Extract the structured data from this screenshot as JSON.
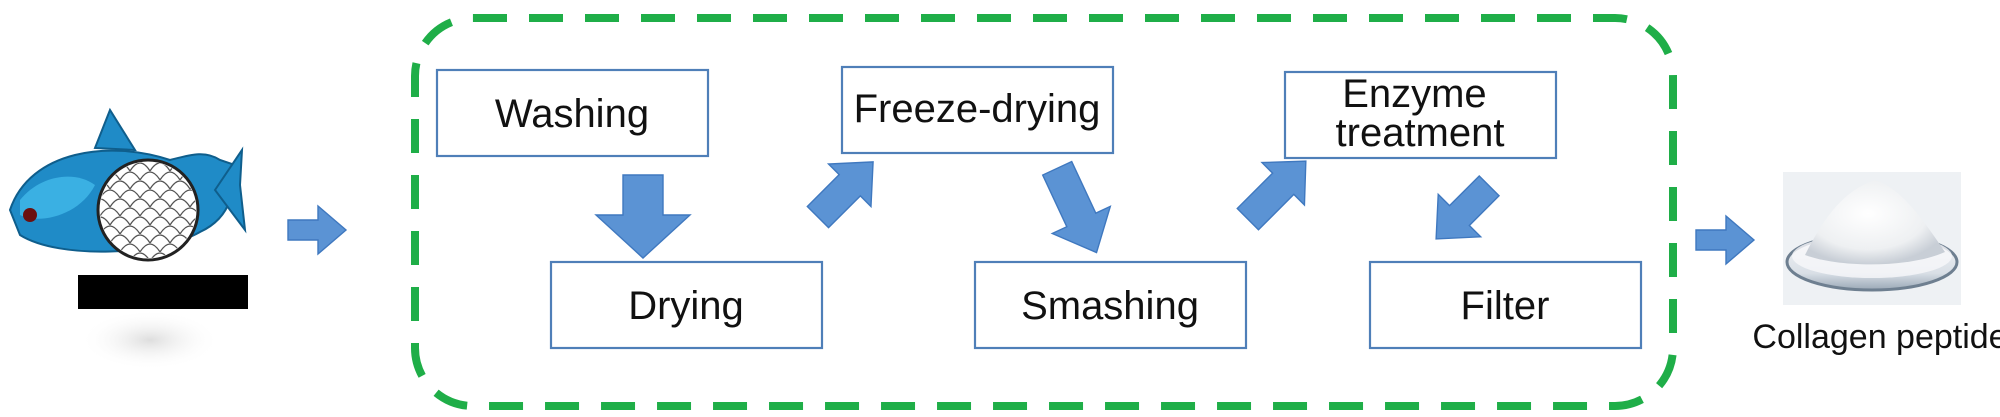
{
  "process": {
    "frame_color": "#1fae48",
    "steps": [
      {
        "id": "washing",
        "label": "Washing"
      },
      {
        "id": "drying",
        "label": "Drying"
      },
      {
        "id": "freeze-drying",
        "label": "Freeze-drying"
      },
      {
        "id": "smashing",
        "label": "Smashing"
      },
      {
        "id": "enzyme-treatment",
        "label": "Enzyme treatment"
      },
      {
        "id": "filter",
        "label": "Filter"
      }
    ],
    "box_color": "#4f7fb8",
    "arrow_color": "#5b93d4"
  },
  "output": {
    "caption": "Collagen peptide"
  },
  "icons": {
    "input": "fish-icon",
    "product": "collagen-powder-icon"
  }
}
